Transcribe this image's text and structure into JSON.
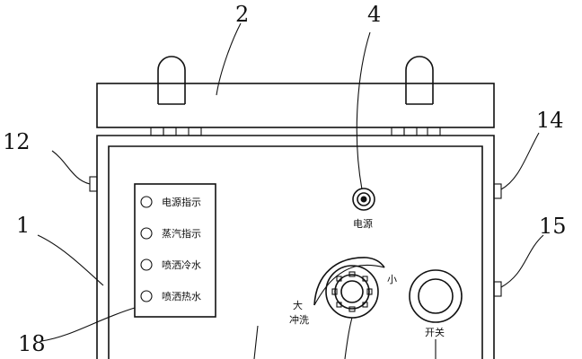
{
  "ref_numbers": {
    "n2": "2",
    "n4": "4",
    "n12": "12",
    "n14": "14",
    "n1": "1",
    "n15": "15",
    "n18": "18"
  },
  "indicators": [
    {
      "label": "电源指示"
    },
    {
      "label": "蒸汽指示"
    },
    {
      "label": "喷洒冷水"
    },
    {
      "label": "喷洒热水"
    }
  ],
  "power_socket": {
    "label": "电源"
  },
  "flush_knob": {
    "large_label_line1": "大",
    "large_label_line2": "冲洗",
    "small_label": "小"
  },
  "switch": {
    "label": "开关"
  }
}
